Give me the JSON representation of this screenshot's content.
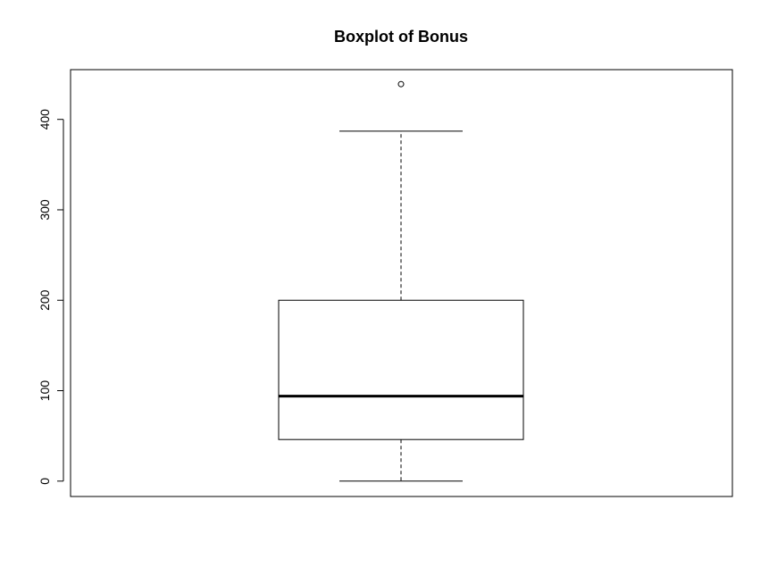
{
  "chart_data": {
    "type": "boxplot",
    "title": "Boxplot of Bonus",
    "xlabel": "",
    "ylabel": "",
    "ylim": [
      -17,
      455
    ],
    "yticks": [
      0,
      100,
      200,
      300,
      400
    ],
    "ytick_labels": [
      "0",
      "100",
      "200",
      "300",
      "400"
    ],
    "grid": false,
    "box": {
      "lower_whisker": 0,
      "q1": 46,
      "median": 94,
      "q3": 200,
      "upper_whisker": 387,
      "outliers": [
        439
      ]
    },
    "colors": {
      "stroke": "#000000",
      "background": "#ffffff"
    }
  }
}
